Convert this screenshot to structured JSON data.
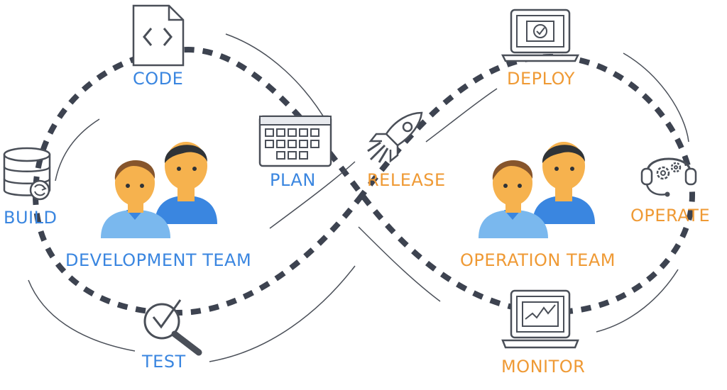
{
  "colors": {
    "dev_accent": "#3a86e0",
    "ops_accent": "#ef9a35",
    "stroke": "#4a4f58",
    "path": "#3d4350",
    "skin": "#f6b24e",
    "hair": "#2f3337",
    "hair_brown": "#86552c",
    "shirt_blue": "#3a86e0",
    "shirt_light": "#7ab8ee"
  },
  "dev_side": {
    "code": "CODE",
    "plan": "PLAN",
    "build": "BUILD",
    "test": "TEST",
    "team": "DEVELOPMENT TEAM"
  },
  "ops_side": {
    "release": "RELEASE",
    "deploy": "DEPLOY",
    "operate": "OPERATE",
    "monitor": "MONITOR",
    "team": "OPERATION TEAM"
  },
  "icons": [
    "code-file-icon",
    "calendar-icon",
    "database-icon",
    "magnifier-check-icon",
    "rocket-icon",
    "laptop-check-icon",
    "headset-gears-icon",
    "laptop-chart-icon",
    "team-people-icon"
  ]
}
